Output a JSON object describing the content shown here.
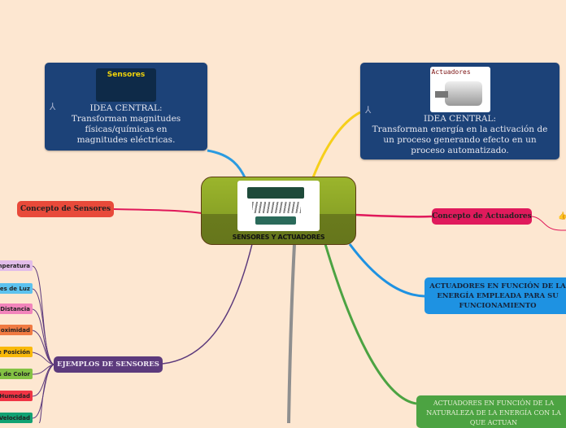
{
  "central": {
    "title": "SENSORES Y ACTUADORES",
    "image": "sensors-collection-image"
  },
  "sensores_idea": {
    "image_label": "Sensores",
    "text_heading": "IDEA CENTRAL:",
    "text_body": "Transforman magnitudes físicas/químicas en magnitudes eléctricas.",
    "icon": "hands-icon"
  },
  "actuadores_idea": {
    "image_label": "Actuadores",
    "text_heading": "IDEA CENTRAL:",
    "text_body": "Transforman energía en la activación de un proceso generando efecto en un proceso automatizado.",
    "icon": "hands-icon"
  },
  "concepto_sensores": "Concepto de Sensores",
  "concepto_actuadores": "Concepto de Actuadores",
  "actuadores_energia": "ACTUADORES EN FUNCIÓN DE LA ENERGÍA EMPLEADA PARA SU FUNCIONAMIENTO",
  "actuadores_naturaleza": "ACTUADORES EN FUNCIÓN DE LA NATURALEZA DE LA ENERGÍA CON LA QUE ACTUAN",
  "ejemplos": {
    "title": "EJEMPLOS DE SENSORES",
    "items": [
      {
        "label": "mperatura",
        "color": "#e2bde9"
      },
      {
        "label": "es de Luz",
        "color": "#5cc2ee"
      },
      {
        "label": "Distancia",
        "color": "#f284bb"
      },
      {
        "label": "oximidad",
        "color": "#f07a42"
      },
      {
        "label": "e Posición",
        "color": "#f9b90a"
      },
      {
        "label": "s de Color",
        "color": "#84c244"
      },
      {
        "label": "Humedad",
        "color": "#f03444"
      },
      {
        "label": "Velocidad",
        "color": "#12a273"
      }
    ]
  },
  "colors": {
    "background": "#fde7d1",
    "idea_box": "#1c4278",
    "concepto_sensores": "#e84a3a",
    "concepto_actuadores": "#e01a5c",
    "energia": "#1e92e2",
    "naturaleza": "#4ca342",
    "ejemplos": "#5c3a7c"
  }
}
